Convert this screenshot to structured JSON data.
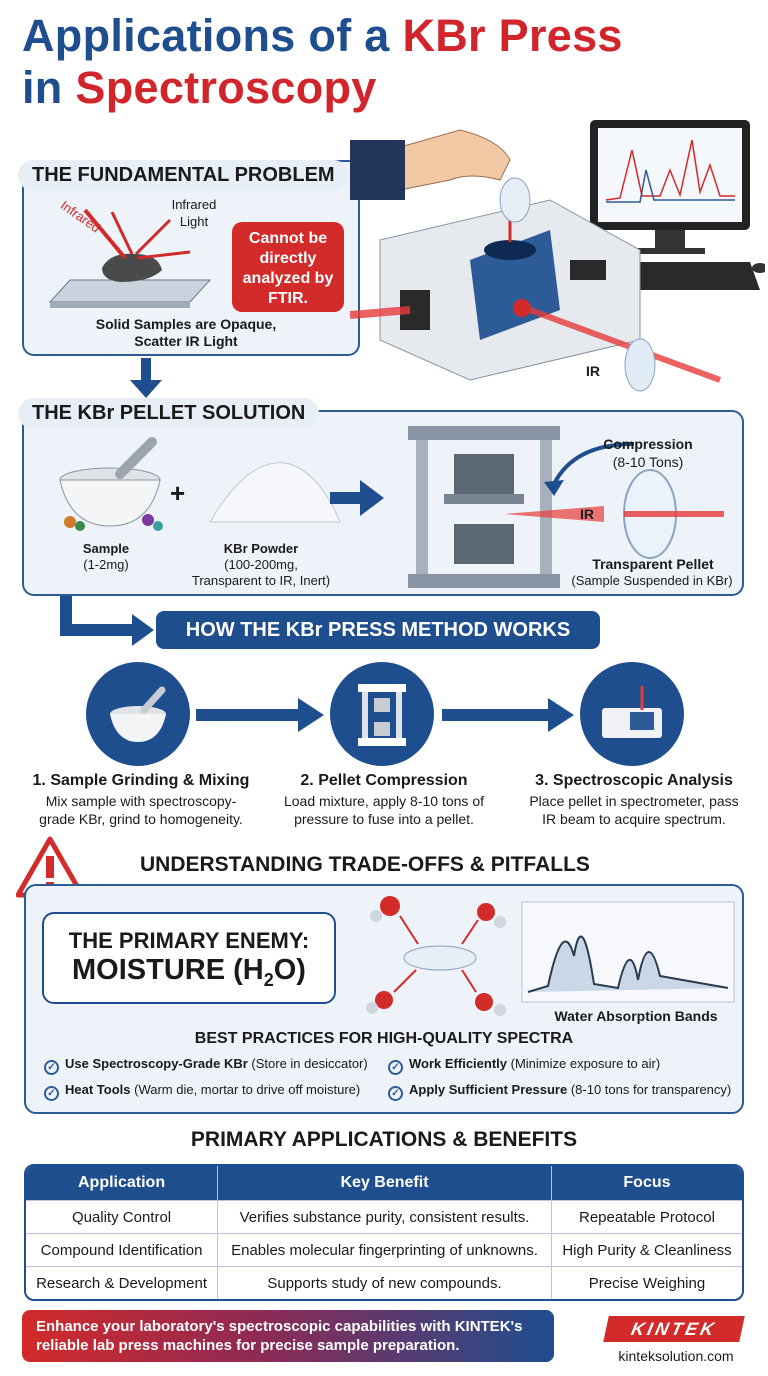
{
  "title": {
    "line1_blue": "Applications of a ",
    "line1_red": "KBr Press",
    "line2_blue": "in ",
    "line2_red": "Spectroscopy"
  },
  "problem": {
    "label": "THE FUNDAMENTAL PROBLEM",
    "infrared_arrow": "Infrared",
    "infrared_light": "Infrared Light",
    "callout": "Cannot be directly analyzed by FTIR.",
    "caption_l1": "Solid Samples are Opaque,",
    "caption_l2": "Scatter IR Light",
    "ir_label": "IR"
  },
  "solution": {
    "label": "THE KBr PELLET SOLUTION",
    "sample": "Sample",
    "sample_amt": "(1-2mg)",
    "plus": "+",
    "kbr": "KBr Powder",
    "kbr_amt": "(100-200mg,",
    "kbr_desc": "Transparent to IR, Inert)",
    "compression": "Compression",
    "compression_amt": "(8-10 Tons)",
    "ir": "IR",
    "pellet": "Transparent Pellet",
    "pellet_desc": "(Sample Suspended in KBr)"
  },
  "how": {
    "banner": "HOW THE KBr PRESS METHOD WORKS",
    "steps": [
      {
        "title": "1. Sample Grinding & Mixing",
        "desc1": "Mix sample with spectroscopy-",
        "desc2": "grade KBr, grind to homogeneity."
      },
      {
        "title": "2. Pellet Compression",
        "desc1": "Load mixture, apply 8-10 tons of",
        "desc2": "pressure to fuse into a pellet."
      },
      {
        "title": "3. Spectroscopic Analysis",
        "desc1": "Place pellet in spectrometer, pass",
        "desc2": "IR beam to acquire spectrum."
      }
    ]
  },
  "tradeoffs": {
    "title": "UNDERSTANDING TRADE-OFFS & PITFALLS",
    "enemy_l1": "THE PRIMARY ENEMY:",
    "enemy_l2": "MOISTURE (H",
    "enemy_sub": "2",
    "enemy_end": "O)",
    "bands": "Water Absorption Bands",
    "bp_title": "BEST PRACTICES FOR HIGH-QUALITY SPECTRA",
    "bp": [
      {
        "bold": "Use Spectroscopy-Grade KBr",
        "rest": " (Store in desiccator)"
      },
      {
        "bold": "Work Efficiently",
        "rest": " (Minimize exposure to air)"
      },
      {
        "bold": "Heat Tools",
        "rest": " (Warm die, mortar to drive off moisture)"
      },
      {
        "bold": "Apply Sufficient Pressure",
        "rest": " (8-10 tons for transparency)"
      }
    ]
  },
  "apps": {
    "title": "PRIMARY APPLICATIONS & BENEFITS",
    "headers": [
      "Application",
      "Key Benefit",
      "Focus"
    ],
    "rows": [
      [
        "Quality Control",
        "Verifies substance purity, consistent results.",
        "Repeatable Protocol"
      ],
      [
        "Compound Identification",
        "Enables molecular fingerprinting of unknowns.",
        "High Purity & Cleanliness"
      ],
      [
        "Research & Development",
        "Supports study of new compounds.",
        "Precise Weighing"
      ]
    ]
  },
  "footer": {
    "text": "Enhance your laboratory's spectroscopic capabilities with KINTEK's reliable lab press machines for precise sample preparation.",
    "logo": "KINTEK",
    "url": "kinteksolution.com"
  },
  "colors": {
    "blue": "#1f4e8f",
    "red": "#d2242b",
    "panel": "#eef3f9"
  }
}
